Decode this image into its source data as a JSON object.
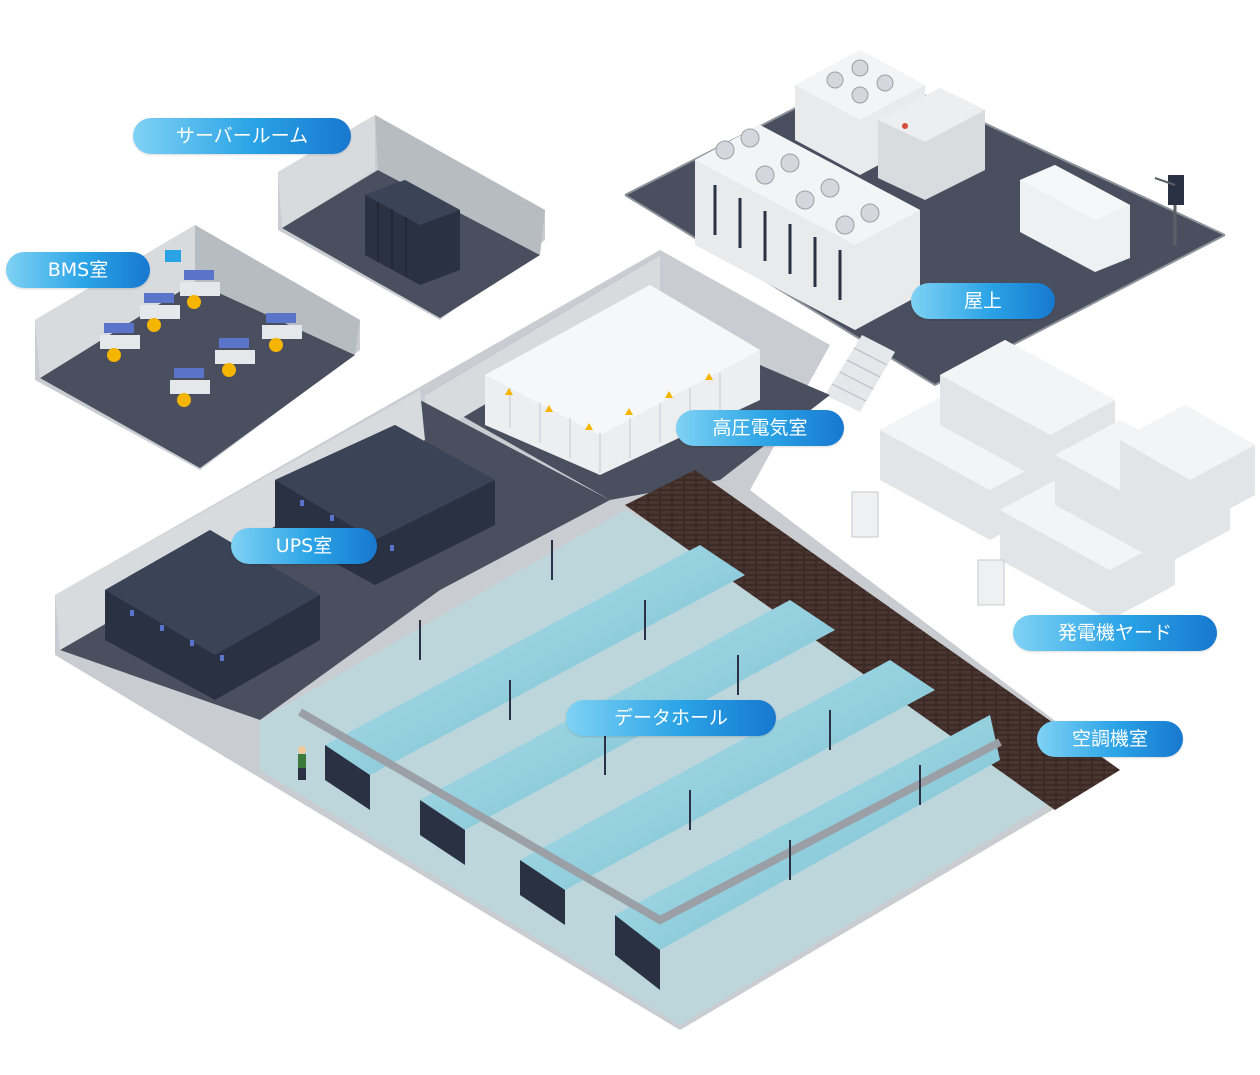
{
  "labels": {
    "server_room": "サーバールーム",
    "bms_room": "BMS室",
    "rooftop": "屋上",
    "hv_room": "高圧電気室",
    "ups_room": "UPS室",
    "generator_yard": "発電機ヤード",
    "data_hall": "データホール",
    "hvac_room": "空調機室"
  },
  "colors": {
    "label_gradient_start": "#7fd2f4",
    "label_gradient_end": "#1778cf",
    "label_text": "#ffffff",
    "floor_dark": "#4a4f5f",
    "wall_gray": "#c9cdd1",
    "rack_dark": "#2a3143",
    "glass_aisle": "#9ad6e4",
    "cabinet_light": "#eef0f2",
    "operator_yellow": "#f4b400"
  }
}
